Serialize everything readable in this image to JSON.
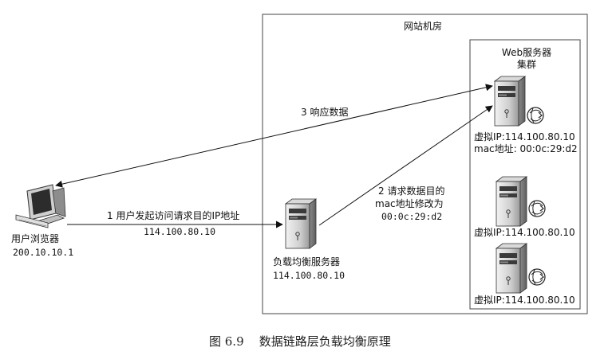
{
  "room": {
    "title": "网站机房"
  },
  "cluster": {
    "title_line1": "Web服务器",
    "title_line2": "集群"
  },
  "user": {
    "name": "用户浏览器",
    "ip": "200.10.10.1"
  },
  "lb": {
    "name": "负载均衡服务器",
    "ip": "114.100.80.10"
  },
  "servers": [
    {
      "vip": "虚拟IP:114.100.80.10",
      "mac": "mac地址: 00:0c:29:d2"
    },
    {
      "vip": "虚拟IP:114.100.80.10"
    },
    {
      "vip": "虚拟IP:114.100.80.10"
    }
  ],
  "steps": {
    "step1_line1": "1 用户发起访问请求目的IP地址",
    "step1_line2": "114.100.80.10",
    "step2_line1": "2 请求数据目的",
    "step2_line2": "mac地址修改为",
    "step2_line3": "00:0c:29:d2",
    "step3": "3 响应数据"
  },
  "caption": "图 6.9    数据链路层负载均衡原理"
}
